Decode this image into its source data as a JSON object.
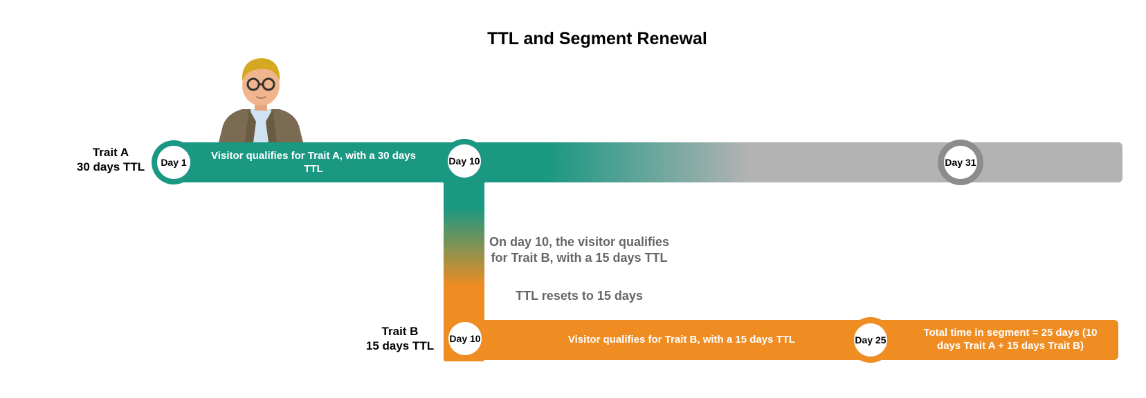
{
  "title": "TTL and Segment Renewal",
  "trait_a": {
    "label": "Trait A",
    "ttl": "30 days TTL",
    "description": "Visitor qualifies for Trait A, with a 30 days TTL",
    "start_day": "Day 1",
    "mid_day": "Day 10",
    "end_day": "Day 31"
  },
  "trait_b": {
    "label": "Trait B",
    "ttl": "15 days TTL",
    "description": "Visitor qualifies for Trait B, with a 15 days TTL",
    "start_day": "Day 10",
    "end_day": "Day 25",
    "total": "Total time in segment = 25 days (10 days Trait A + 15 days Trait B)"
  },
  "notes": {
    "qualify": "On day 10, the visitor qualifies\nfor Trait B, with a 15 days TTL",
    "reset": "TTL resets to 15 days"
  },
  "colors": {
    "green": "#1b9882",
    "orange": "#ef8c22",
    "grey": "#b3b3b3",
    "grey_ring": "#8c8c8c",
    "note_text": "#666666"
  },
  "icons": {
    "visitor": "person-avatar-icon"
  }
}
